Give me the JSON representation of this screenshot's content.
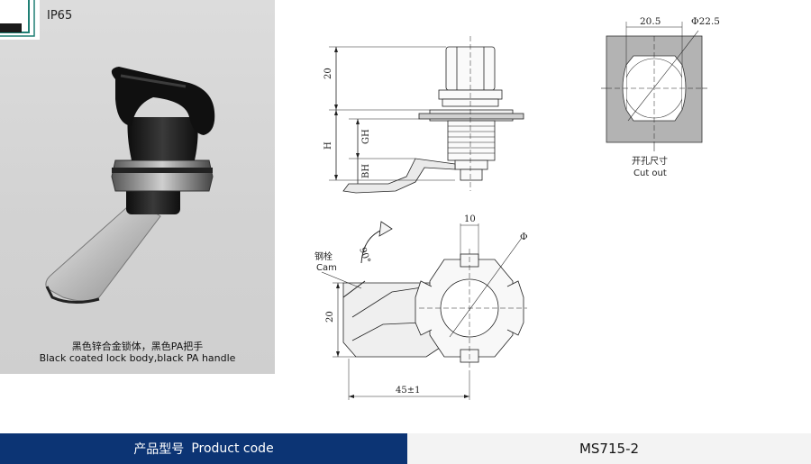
{
  "badge": {
    "rating": "IP65"
  },
  "photo": {
    "caption_zh": "黑色锌合金锁体，黑色PA把手",
    "caption_en": "Black coated lock body,black PA handle"
  },
  "side_view": {
    "dim_top": "20",
    "dim_gh": "GH",
    "dim_h": "H",
    "dim_bh": "BH"
  },
  "cutout": {
    "width": "20.5",
    "diameter": "Φ22.5",
    "label_zh": "开孔尺寸",
    "label_en": "Cut out"
  },
  "front_view": {
    "dim_10": "10",
    "phi": "Φ",
    "rotation": "90°",
    "cam_zh": "钢栓",
    "cam_en": "Cam",
    "dim_20": "20",
    "dim_45": "45±1"
  },
  "footer": {
    "label_zh": "产品型号",
    "label_en": "Product code",
    "code": "MS715-2"
  },
  "colors": {
    "footer_blue": "#0c3474",
    "panel_gray": "#d4d4d4",
    "cutout_gray": "#b3b3b3"
  }
}
